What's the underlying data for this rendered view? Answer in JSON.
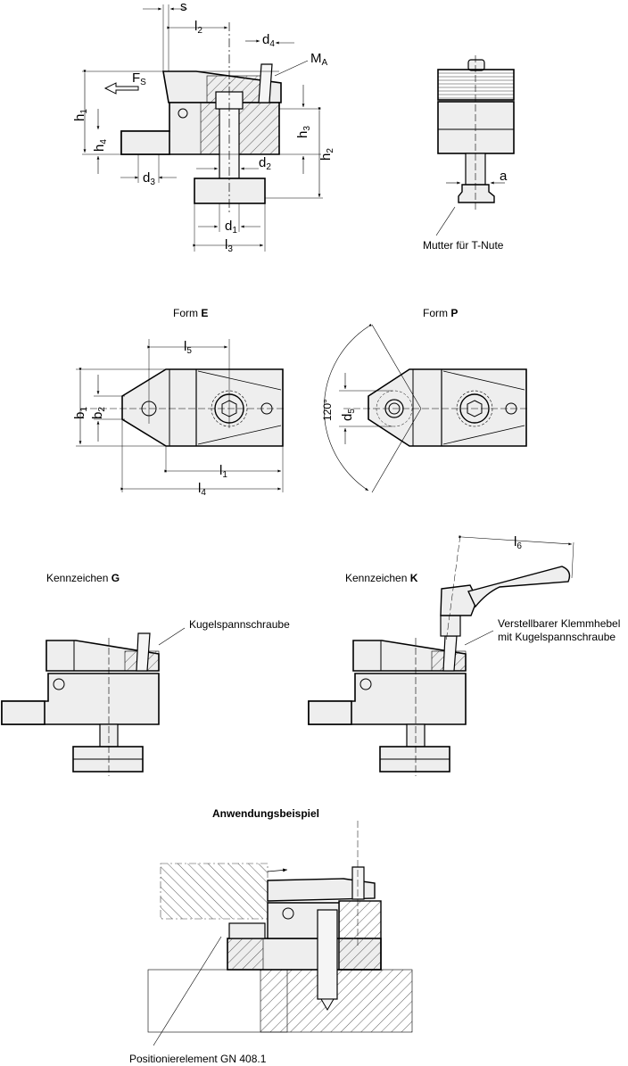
{
  "top_view_labels": {
    "s": "s",
    "l2": "l",
    "l2_sub": "2",
    "d4": "d",
    "d4_sub": "4",
    "MA": "M",
    "MA_sub": "A",
    "Fs": "F",
    "Fs_sub": "S",
    "h1": "h",
    "h1_sub": "1",
    "h4": "h",
    "h4_sub": "4",
    "h3": "h",
    "h3_sub": "3",
    "h2": "h",
    "h2_sub": "2",
    "d2": "d",
    "d2_sub": "2",
    "d3": "d",
    "d3_sub": "3",
    "d1": "d",
    "d1_sub": "1",
    "l3": "l",
    "l3_sub": "3"
  },
  "side_view": {
    "a": "a",
    "callout": "Mutter für T-Nute"
  },
  "form_e": {
    "title_prefix": "Form ",
    "title_bold": "E",
    "l5": "l",
    "l5_sub": "5",
    "b1": "b",
    "b1_sub": "1",
    "b2": "b",
    "b2_sub": "2",
    "l1": "l",
    "l1_sub": "1",
    "l4": "l",
    "l4_sub": "4"
  },
  "form_p": {
    "title_prefix": "Form ",
    "title_bold": "P",
    "angle": "120°",
    "d5": "d",
    "d5_sub": "5"
  },
  "variant_g": {
    "title_prefix": "Kennzeichen ",
    "title_bold": "G",
    "callout": "Kugelspannschraube"
  },
  "variant_k": {
    "title_prefix": "Kennzeichen ",
    "title_bold": "K",
    "l6": "l",
    "l6_sub": "6",
    "callout_line1": "Verstellbarer Klemmhebel",
    "callout_line2": "mit Kugelspannschraube"
  },
  "application": {
    "title": "Anwendungsbeispiel",
    "callout": "Positionierelement GN 408.1"
  },
  "colors": {
    "line": "#000000",
    "fill": "#eeeeee",
    "hatch": "#444444"
  }
}
